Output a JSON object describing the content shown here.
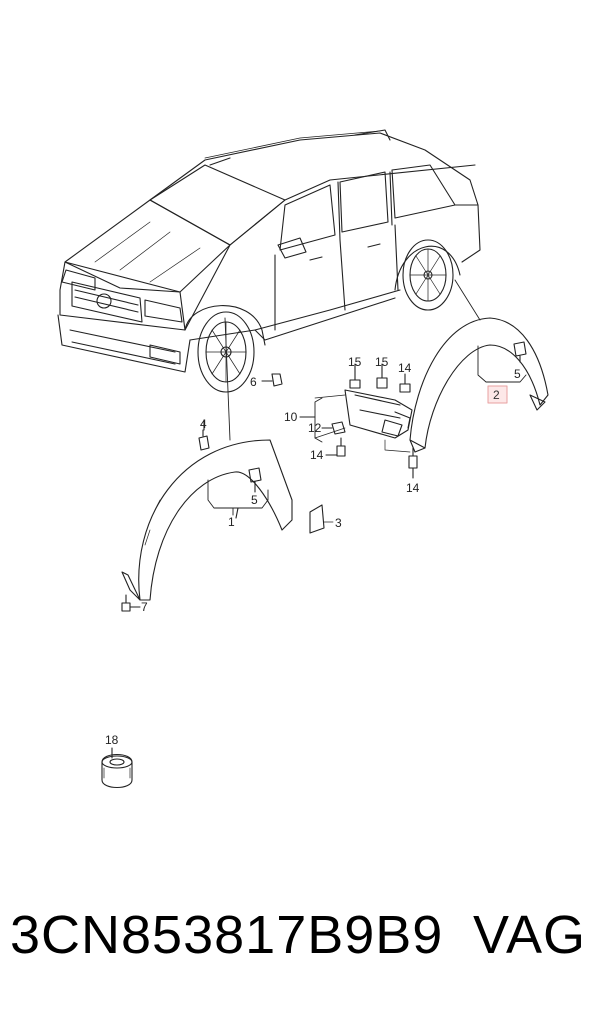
{
  "callouts": {
    "c1": "1",
    "c2": "2",
    "c3": "3",
    "c4": "4",
    "c5a": "5",
    "c5b": "5",
    "c6": "6",
    "c7": "7",
    "c10": "10",
    "c12": "12",
    "c14a": "14",
    "c14b": "14",
    "c14c": "14",
    "c15a": "15",
    "c15b": "15",
    "c18": "18"
  },
  "colors": {
    "line": "#222222",
    "highlight_box": "#e8a0a0"
  },
  "footer": {
    "part_number": "3CN853817B9B9",
    "brand": "VAG"
  }
}
